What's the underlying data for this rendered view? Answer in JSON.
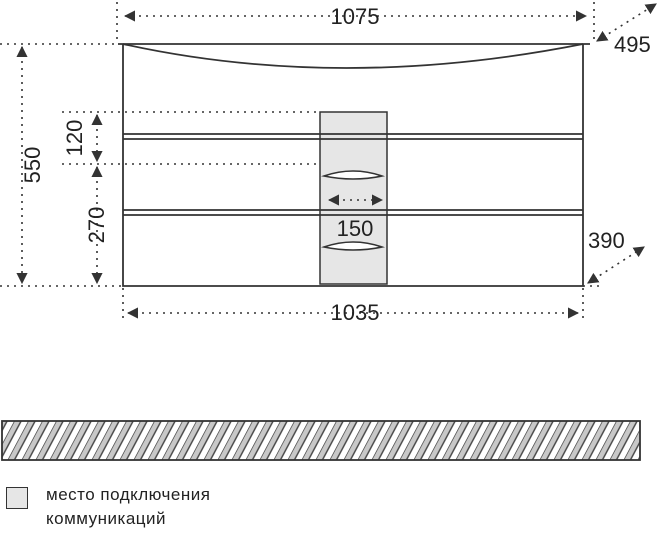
{
  "dimensions": {
    "top_width": "1075",
    "depth_top": "495",
    "total_height": "550",
    "drawer_top_height": "120",
    "drawer_height": "270",
    "connection_width": "150",
    "depth_bottom": "390",
    "bottom_width": "1035"
  },
  "legend": {
    "line1": "место подключения",
    "line2": "коммуникаций"
  },
  "colors": {
    "line": "#333333",
    "connection_zone_fill": "#e6e6e6",
    "hatch_fill": "#cccccc"
  }
}
